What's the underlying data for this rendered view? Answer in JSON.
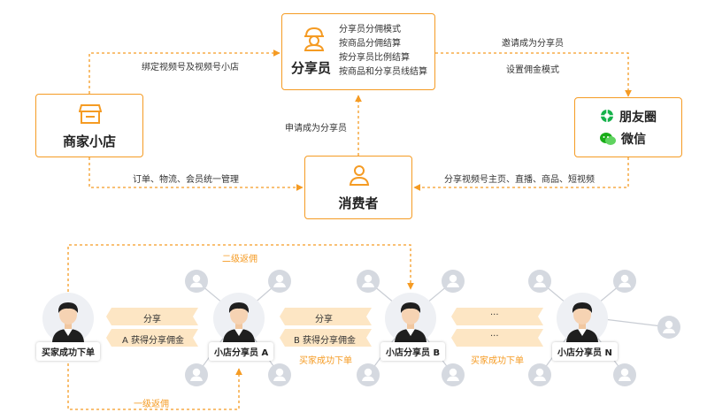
{
  "top": {
    "sharer": {
      "title": "分享员",
      "modes": [
        "分享员分佣模式",
        "按商品分佣结算",
        "按分享员比例结算",
        "按商品和分享员线结算"
      ],
      "icon": "sharer-icon"
    },
    "merchant": {
      "title": "商家小店",
      "icon": "store-icon"
    },
    "consumer": {
      "title": "消费者",
      "icon": "user-icon"
    },
    "social": {
      "moments": "朋友圈",
      "wechat": "微信",
      "moments_icon": "moments-icon",
      "wechat_icon": "wechat-icon"
    },
    "edges": {
      "bind": "绑定视频号及视频号小店",
      "invite": "邀请成为分享员",
      "commission_mode": "设置佣金模式",
      "apply": "申请成为分享员",
      "manage": "订单、物流、会员统一管理",
      "share_channels": "分享视频号主页、直播、商品、短视频"
    }
  },
  "bottom": {
    "nodes": [
      "买家成功下单",
      "小店分享员 A",
      "小店分享员 B",
      "小店分享员 N"
    ],
    "bands": [
      {
        "top": "分享",
        "bottom": "A 获得分享佣金"
      },
      {
        "top": "分享",
        "bottom": "B 获得分享佣金"
      },
      {
        "top": "···",
        "bottom": "···"
      }
    ],
    "order_labels": [
      "买家成功下单",
      "买家成功下单"
    ],
    "level2": "二级返佣",
    "level1": "一级返佣"
  },
  "colors": {
    "accent": "#f59b23",
    "band": "#fde6c4",
    "avatar_gray": "#d5d9e0"
  }
}
